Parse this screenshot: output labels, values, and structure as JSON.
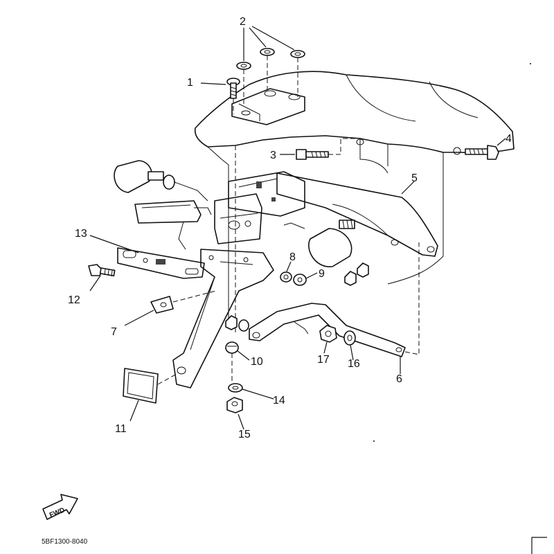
{
  "callouts": [
    {
      "id": "1",
      "text": "1"
    },
    {
      "id": "2",
      "text": "2"
    },
    {
      "id": "3",
      "text": "3"
    },
    {
      "id": "4",
      "text": "4"
    },
    {
      "id": "5",
      "text": "5"
    },
    {
      "id": "6",
      "text": "6"
    },
    {
      "id": "7",
      "text": "7"
    },
    {
      "id": "8",
      "text": "8"
    },
    {
      "id": "9",
      "text": "9"
    },
    {
      "id": "10",
      "text": "10"
    },
    {
      "id": "11",
      "text": "11"
    },
    {
      "id": "12",
      "text": "12"
    },
    {
      "id": "13",
      "text": "13"
    },
    {
      "id": "14",
      "text": "14"
    },
    {
      "id": "15",
      "text": "15"
    },
    {
      "id": "16",
      "text": "16"
    },
    {
      "id": "17",
      "text": "17"
    }
  ],
  "fwd_label": "FWD",
  "drawing_code": "5BF1300-8040"
}
